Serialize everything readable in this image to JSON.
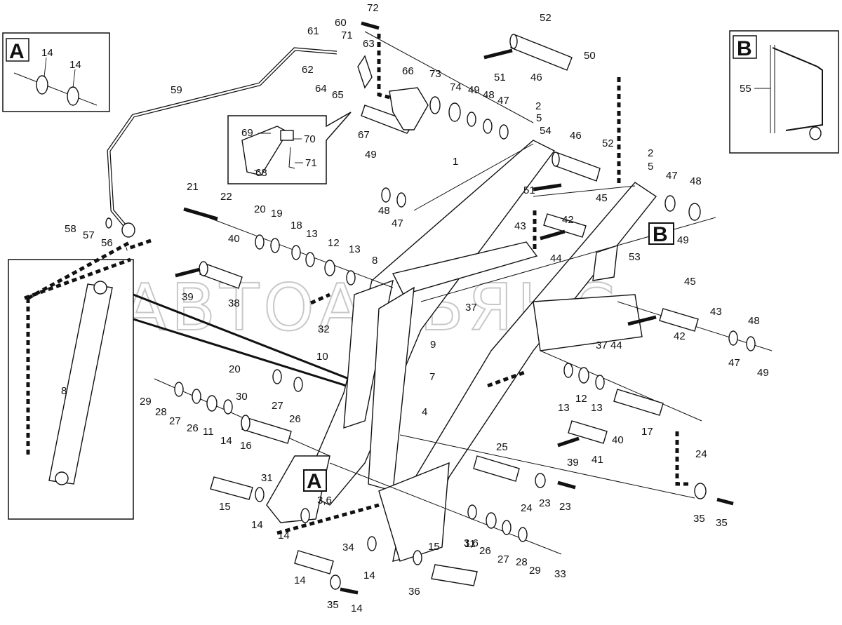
{
  "watermark": "АВТОАЛЬЯНС",
  "detail_a": {
    "letter": "A",
    "parts": [
      "14",
      "14"
    ]
  },
  "detail_b": {
    "letter": "B",
    "parts": [
      "55"
    ]
  },
  "inset": {
    "parts": [
      "69",
      "70",
      "71",
      "68"
    ]
  },
  "callout_a": "A",
  "callout_b": "B",
  "labels": [
    "72",
    "52",
    "60",
    "61",
    "71",
    "63",
    "62",
    "64",
    "65",
    "66",
    "73",
    "74",
    "49",
    "48",
    "47",
    "51",
    "46",
    "50",
    "59",
    "67",
    "2",
    "5",
    "54",
    "46",
    "52",
    "49",
    "48",
    "47",
    "1",
    "51",
    "45",
    "2",
    "5",
    "47",
    "48",
    "42",
    "43",
    "44",
    "49",
    "53",
    "21",
    "22",
    "20",
    "19",
    "18",
    "13",
    "12",
    "13",
    "58",
    "57",
    "56",
    "40",
    "8",
    "39",
    "38",
    "37",
    "45",
    "43",
    "48",
    "32",
    "9",
    "10",
    "44",
    "42",
    "47",
    "49",
    "37",
    "7",
    "20",
    "29",
    "28",
    "27",
    "26",
    "11",
    "14",
    "30",
    "27",
    "26",
    "16",
    "13",
    "12",
    "13",
    "17",
    "4",
    "40",
    "24",
    "39",
    "41",
    "8",
    "25",
    "31",
    "15",
    "14",
    "3,6",
    "24",
    "23",
    "35",
    "23",
    "35",
    "14",
    "34",
    "14",
    "11",
    "26",
    "27",
    "28",
    "29",
    "33",
    "14",
    "36",
    "35",
    "14",
    "3,6",
    "15"
  ]
}
